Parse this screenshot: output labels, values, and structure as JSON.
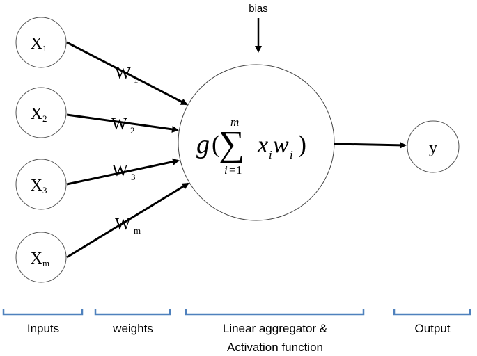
{
  "bias_label": "bias",
  "inputs": [
    {
      "base": "X",
      "sub": "1",
      "weight_base": "W",
      "weight_sub": "1"
    },
    {
      "base": "X",
      "sub": "2",
      "weight_base": "W",
      "weight_sub": "2"
    },
    {
      "base": "X",
      "sub": "3",
      "weight_base": "W",
      "weight_sub": "3"
    },
    {
      "base": "X",
      "sub": "m",
      "weight_base": "W",
      "weight_sub": "m"
    }
  ],
  "formula": {
    "g": "g",
    "open_paren": "(",
    "sigma": "∑",
    "upper": "m",
    "lower": "i",
    "lower_eq": "=",
    "lower_one": "1",
    "x": "x",
    "x_sub": "i",
    "w": "w",
    "w_sub": "i",
    "close_paren": ")"
  },
  "output_label": "y",
  "groups": {
    "inputs": "Inputs",
    "weights": "weights",
    "aggregator_line1": "Linear aggregator &",
    "aggregator_line2": "Activation function",
    "output": "Output"
  },
  "colors": {
    "bracket": "#4f81bd",
    "stroke": "#000000"
  }
}
